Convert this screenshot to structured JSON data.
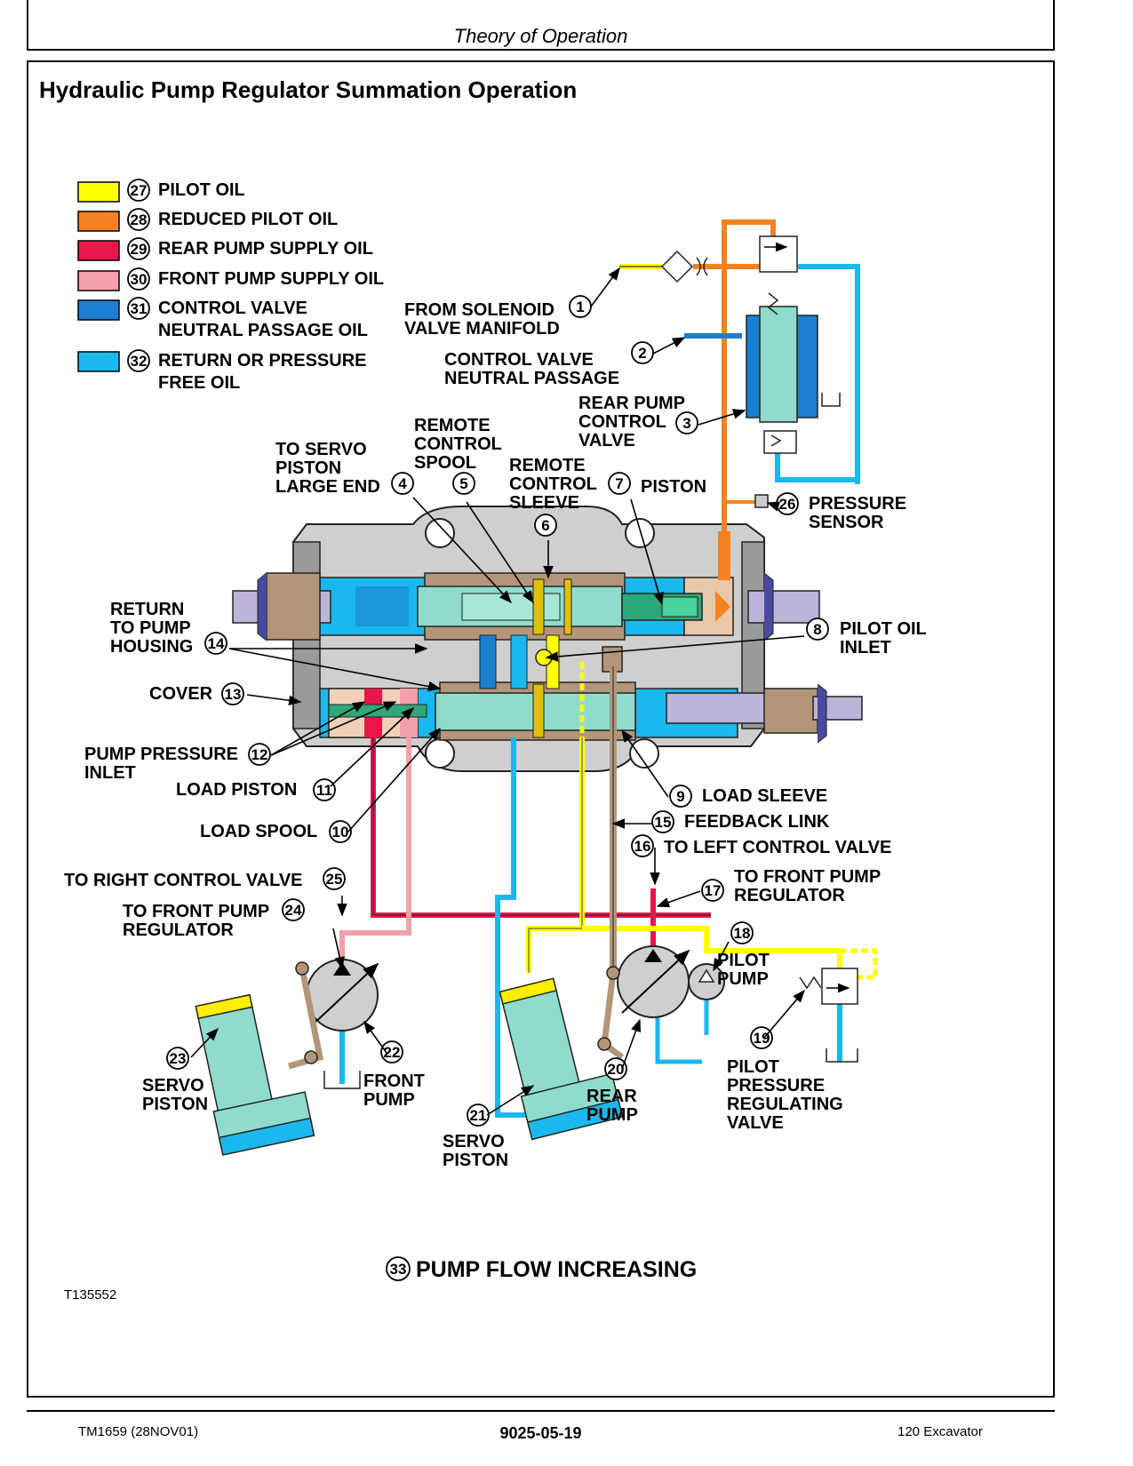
{
  "header": {
    "section": "Theory of Operation"
  },
  "title": "Hydraulic Pump Regulator Summation Operation",
  "legend": [
    {
      "num": "27",
      "lines": [
        "PILOT OIL"
      ],
      "color": "#ffff00"
    },
    {
      "num": "28",
      "lines": [
        "REDUCED PILOT OIL"
      ],
      "color": "#f58220"
    },
    {
      "num": "29",
      "lines": [
        "REAR PUMP SUPPLY OIL"
      ],
      "color": "#e8174a"
    },
    {
      "num": "30",
      "lines": [
        "FRONT PUMP SUPPLY OIL"
      ],
      "color": "#f4a0aa"
    },
    {
      "num": "31",
      "lines": [
        "CONTROL VALVE",
        "NEUTRAL PASSAGE OIL"
      ],
      "color": "#1a7fd0"
    },
    {
      "num": "32",
      "lines": [
        "RETURN OR PRESSURE",
        "FREE OIL"
      ],
      "color": "#1ab8ee"
    }
  ],
  "callouts": [
    {
      "num": "1",
      "lines": [
        "FROM SOLENOID",
        "VALVE MANIFOLD"
      ]
    },
    {
      "num": "2",
      "lines": [
        "CONTROL VALVE",
        "NEUTRAL PASSAGE"
      ]
    },
    {
      "num": "3",
      "lines": [
        "REAR PUMP",
        "CONTROL",
        "VALVE"
      ]
    },
    {
      "num": "4",
      "lines": [
        "TO SERVO",
        "PISTON",
        "LARGE END"
      ]
    },
    {
      "num": "5",
      "lines": [
        "REMOTE",
        "CONTROL",
        "SPOOL"
      ]
    },
    {
      "num": "6",
      "lines": [
        "REMOTE",
        "CONTROL",
        "SLEEVE"
      ]
    },
    {
      "num": "7",
      "lines": [
        "PISTON"
      ]
    },
    {
      "num": "8",
      "lines": [
        "PILOT OIL",
        "INLET"
      ]
    },
    {
      "num": "9",
      "lines": [
        "LOAD SLEEVE"
      ]
    },
    {
      "num": "10",
      "lines": [
        "LOAD SPOOL"
      ]
    },
    {
      "num": "11",
      "lines": [
        "LOAD PISTON"
      ]
    },
    {
      "num": "12",
      "lines": [
        "PUMP PRESSURE",
        "INLET"
      ]
    },
    {
      "num": "13",
      "lines": [
        "COVER"
      ]
    },
    {
      "num": "14",
      "lines": [
        "RETURN",
        "TO PUMP",
        "HOUSING"
      ]
    },
    {
      "num": "15",
      "lines": [
        "FEEDBACK LINK"
      ]
    },
    {
      "num": "16",
      "lines": [
        "TO LEFT CONTROL VALVE"
      ]
    },
    {
      "num": "17",
      "lines": [
        "TO FRONT PUMP",
        "REGULATOR"
      ]
    },
    {
      "num": "18",
      "lines": [
        "PILOT",
        "PUMP"
      ]
    },
    {
      "num": "19",
      "lines": [
        "PILOT",
        "PRESSURE",
        "REGULATING",
        "VALVE"
      ]
    },
    {
      "num": "20",
      "lines": [
        "REAR",
        "PUMP"
      ]
    },
    {
      "num": "21",
      "lines": [
        "SERVO",
        "PISTON"
      ]
    },
    {
      "num": "22",
      "lines": [
        "FRONT",
        "PUMP"
      ]
    },
    {
      "num": "23",
      "lines": [
        "SERVO",
        "PISTON"
      ]
    },
    {
      "num": "24",
      "lines": [
        "TO FRONT PUMP",
        "REGULATOR"
      ]
    },
    {
      "num": "25",
      "lines": [
        "TO RIGHT CONTROL VALVE"
      ]
    },
    {
      "num": "26",
      "lines": [
        "PRESSURE",
        "SENSOR"
      ]
    }
  ],
  "caption": {
    "num": "33",
    "text": "PUMP FLOW INCREASING"
  },
  "figure_id": "T135552",
  "footer": {
    "left": "TM1659 (28NOV01)",
    "center": "9025-05-19",
    "right": "120 Excavator"
  }
}
